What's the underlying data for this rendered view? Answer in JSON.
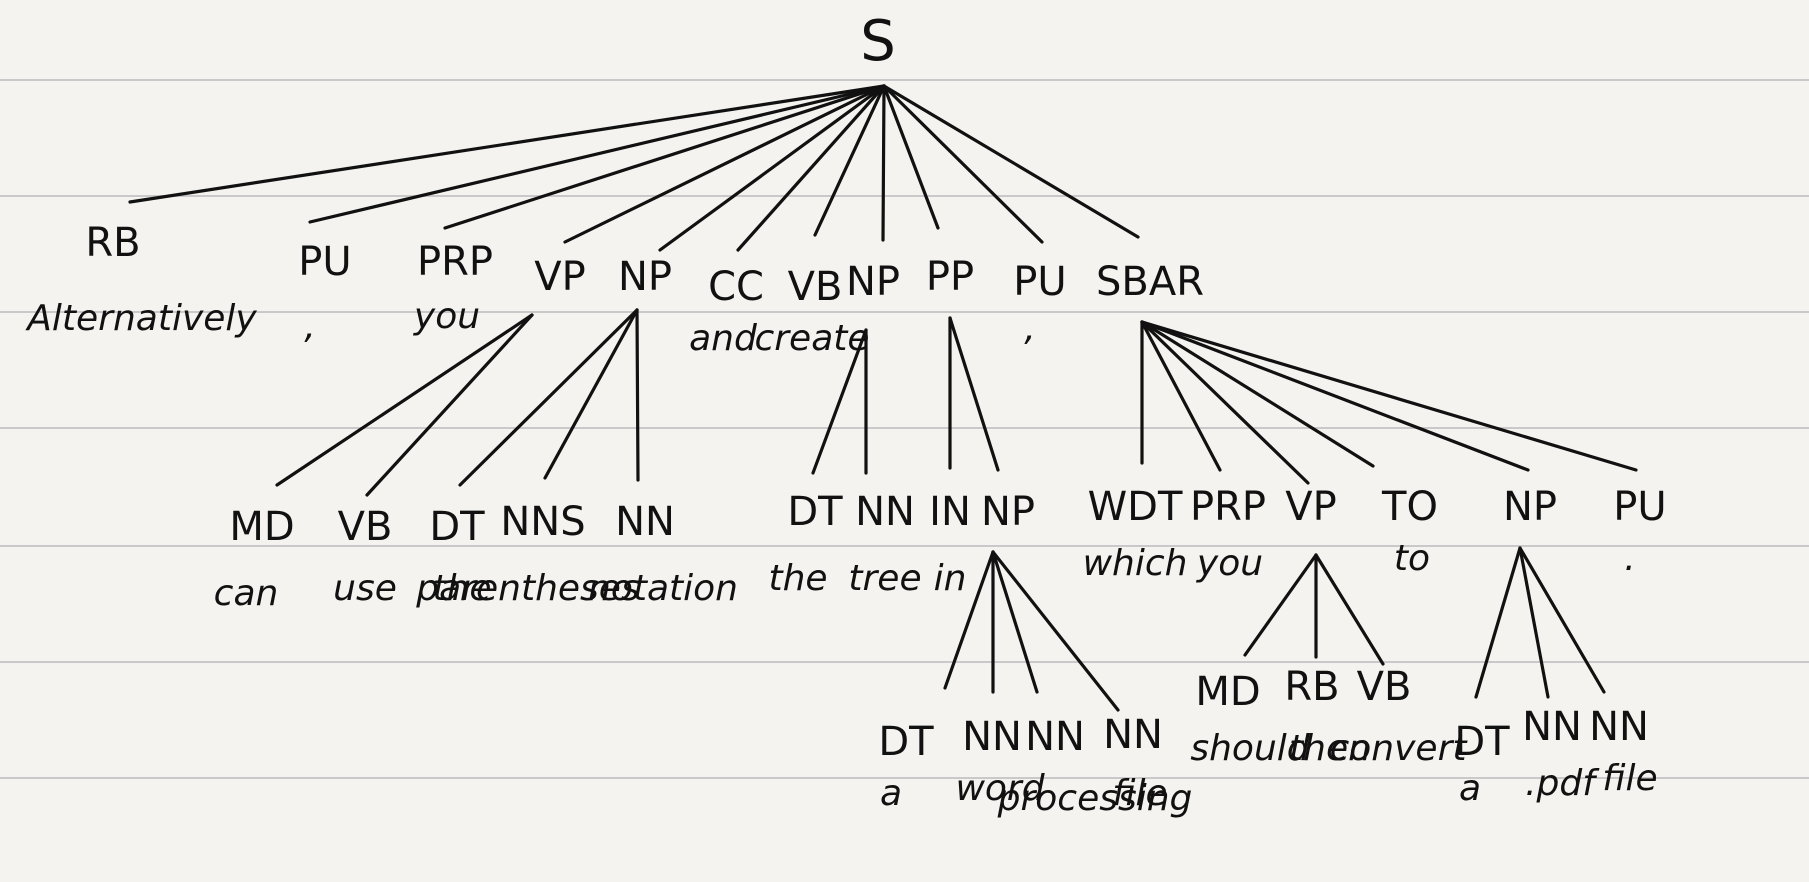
{
  "paper": {
    "background": "#f4f3ef",
    "rule_color": "#c9c9c9",
    "ink": "#111111"
  },
  "tree": {
    "root": "S",
    "nodes": [
      {
        "id": "rb",
        "tag": "RB",
        "word": "Alternatively"
      },
      {
        "id": "pu1",
        "tag": "PU",
        "word": ","
      },
      {
        "id": "prp",
        "tag": "PRP",
        "word": "you"
      },
      {
        "id": "vp1",
        "tag": "VP"
      },
      {
        "id": "np1",
        "tag": "NP"
      },
      {
        "id": "cc",
        "tag": "CC",
        "word": "and"
      },
      {
        "id": "vb1",
        "tag": "VB",
        "word": "create"
      },
      {
        "id": "np2",
        "tag": "NP"
      },
      {
        "id": "pp",
        "tag": "PP"
      },
      {
        "id": "pu2",
        "tag": "PU",
        "word": ","
      },
      {
        "id": "sbar",
        "tag": "SBAR"
      },
      {
        "id": "md1",
        "tag": "MD",
        "word": "can"
      },
      {
        "id": "vb2",
        "tag": "VB",
        "word": "use"
      },
      {
        "id": "dt1",
        "tag": "DT",
        "word": "the"
      },
      {
        "id": "nns",
        "tag": "NNS",
        "word": "parentheses"
      },
      {
        "id": "nn1",
        "tag": "NN",
        "word": "notation"
      },
      {
        "id": "dt2",
        "tag": "DT",
        "word": "the"
      },
      {
        "id": "nn2",
        "tag": "NN",
        "word": "tree"
      },
      {
        "id": "in",
        "tag": "IN",
        "word": "in"
      },
      {
        "id": "np3",
        "tag": "NP"
      },
      {
        "id": "wdt",
        "tag": "WDT",
        "word": "which"
      },
      {
        "id": "prp2",
        "tag": "PRP",
        "word": "you"
      },
      {
        "id": "vp2",
        "tag": "VP"
      },
      {
        "id": "to",
        "tag": "TO",
        "word": "to"
      },
      {
        "id": "np4",
        "tag": "NP"
      },
      {
        "id": "pu3",
        "tag": "PU",
        "word": "."
      },
      {
        "id": "dt3",
        "tag": "DT",
        "word": "a"
      },
      {
        "id": "nn3",
        "tag": "NN",
        "word": "word"
      },
      {
        "id": "nn4",
        "tag": "NN",
        "word": "processing"
      },
      {
        "id": "nn5",
        "tag": "NN",
        "word": "file"
      },
      {
        "id": "md2",
        "tag": "MD",
        "word": "should"
      },
      {
        "id": "rb2",
        "tag": "RB",
        "word": "then"
      },
      {
        "id": "vb3",
        "tag": "VB",
        "word": "convert"
      },
      {
        "id": "dt4",
        "tag": "DT",
        "word": "a"
      },
      {
        "id": "nn6",
        "tag": "NN",
        "word": ".pdf"
      },
      {
        "id": "nn7",
        "tag": "NN",
        "word": "file"
      }
    ],
    "edges": [
      [
        "S",
        "rb"
      ],
      [
        "S",
        "pu1"
      ],
      [
        "S",
        "prp"
      ],
      [
        "S",
        "vp1"
      ],
      [
        "S",
        "np1"
      ],
      [
        "S",
        "cc"
      ],
      [
        "S",
        "vb1"
      ],
      [
        "S",
        "np2"
      ],
      [
        "S",
        "pp"
      ],
      [
        "S",
        "pu2"
      ],
      [
        "S",
        "sbar"
      ],
      [
        "vp1",
        "md1"
      ],
      [
        "vp1",
        "vb2"
      ],
      [
        "np1",
        "dt1"
      ],
      [
        "np1",
        "nns"
      ],
      [
        "np1",
        "nn1"
      ],
      [
        "np2",
        "dt2"
      ],
      [
        "np2",
        "nn2"
      ],
      [
        "pp",
        "in"
      ],
      [
        "pp",
        "np3"
      ],
      [
        "np3",
        "dt3"
      ],
      [
        "np3",
        "nn3"
      ],
      [
        "np3",
        "nn4"
      ],
      [
        "np3",
        "nn5"
      ],
      [
        "sbar",
        "wdt"
      ],
      [
        "sbar",
        "prp2"
      ],
      [
        "sbar",
        "vp2"
      ],
      [
        "sbar",
        "to"
      ],
      [
        "sbar",
        "np4"
      ],
      [
        "sbar",
        "pu3"
      ],
      [
        "vp2",
        "md2"
      ],
      [
        "vp2",
        "rb2"
      ],
      [
        "vp2",
        "vb3"
      ],
      [
        "np4",
        "dt4"
      ],
      [
        "np4",
        "nn6"
      ],
      [
        "np4",
        "nn7"
      ]
    ]
  }
}
